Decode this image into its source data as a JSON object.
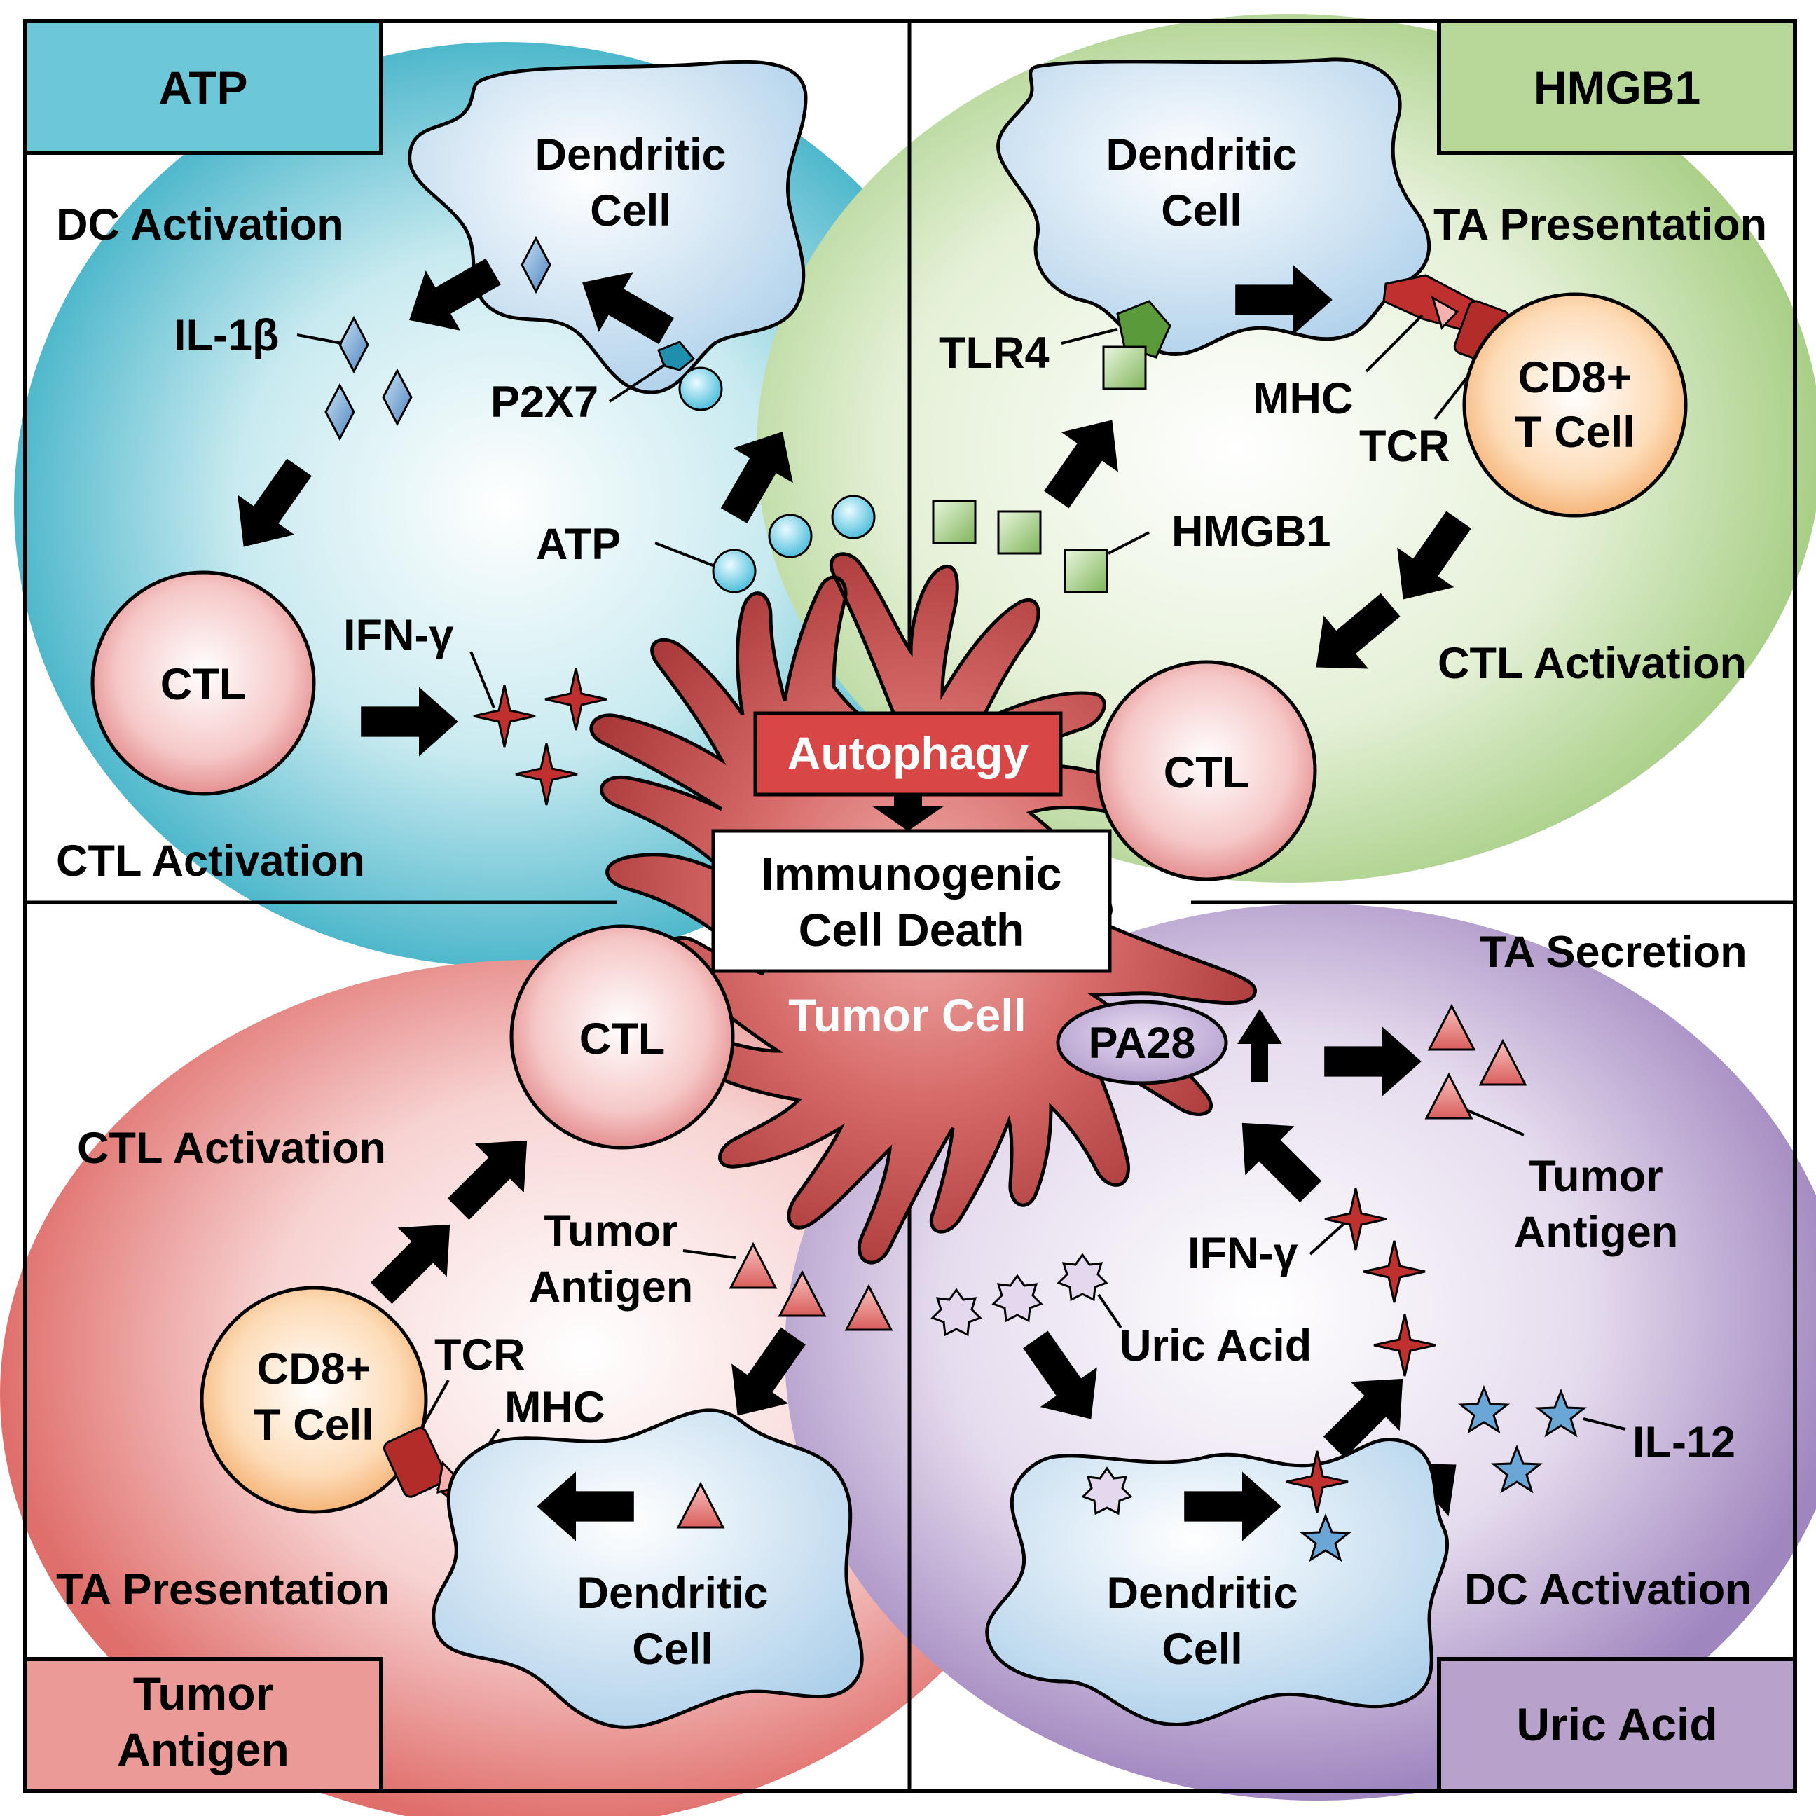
{
  "quadrants": {
    "atp": {
      "tag": "ATP",
      "dc_activation": "DC Activation",
      "dendritic_cell": [
        "Dendritic",
        "Cell"
      ],
      "il1b": "IL-1β",
      "p2x7": "P2X7",
      "atp": "ATP",
      "ifn": "IFN-γ",
      "ctl": "CTL",
      "ctl_activation": "CTL Activation",
      "color": "#6cc8d8"
    },
    "hmgb1": {
      "tag": "HMGB1",
      "ta_presentation": "TA Presentation",
      "dendritic_cell": [
        "Dendritic",
        "Cell"
      ],
      "tlr4": "TLR4",
      "mhc": "MHC",
      "tcr": "TCR",
      "cd8": [
        "CD8+",
        "T Cell"
      ],
      "hmgb1": "HMGB1",
      "ctl_activation": "CTL Activation",
      "ctl": "CTL",
      "color": "#b8d89a"
    },
    "tumor_antigen": {
      "tag": [
        "Tumor",
        "Antigen"
      ],
      "ctl": "CTL",
      "ctl_activation": "CTL Activation",
      "tumor_antigen": [
        "Tumor",
        "Antigen"
      ],
      "tcr": "TCR",
      "mhc": "MHC",
      "cd8": [
        "CD8+",
        "T Cell"
      ],
      "ta_presentation": "TA Presentation",
      "dendritic_cell": [
        "Dendritic",
        "Cell"
      ],
      "color": "#ec9a98"
    },
    "uric_acid": {
      "tag": "Uric Acid",
      "ta_secretion": "TA Secretion",
      "pa28": "PA28",
      "tumor_antigen": [
        "Tumor",
        "Antigen"
      ],
      "ifn": "IFN-γ",
      "uric_acid": "Uric Acid",
      "il12": "IL-12",
      "dc_activation": "DC Activation",
      "dendritic_cell": [
        "Dendritic",
        "Cell"
      ],
      "color": "#b8a2cc"
    }
  },
  "center": {
    "autophagy": "Autophagy",
    "icd": [
      "Immunogenic",
      "Cell Death"
    ],
    "tumor_cell": "Tumor Cell"
  }
}
